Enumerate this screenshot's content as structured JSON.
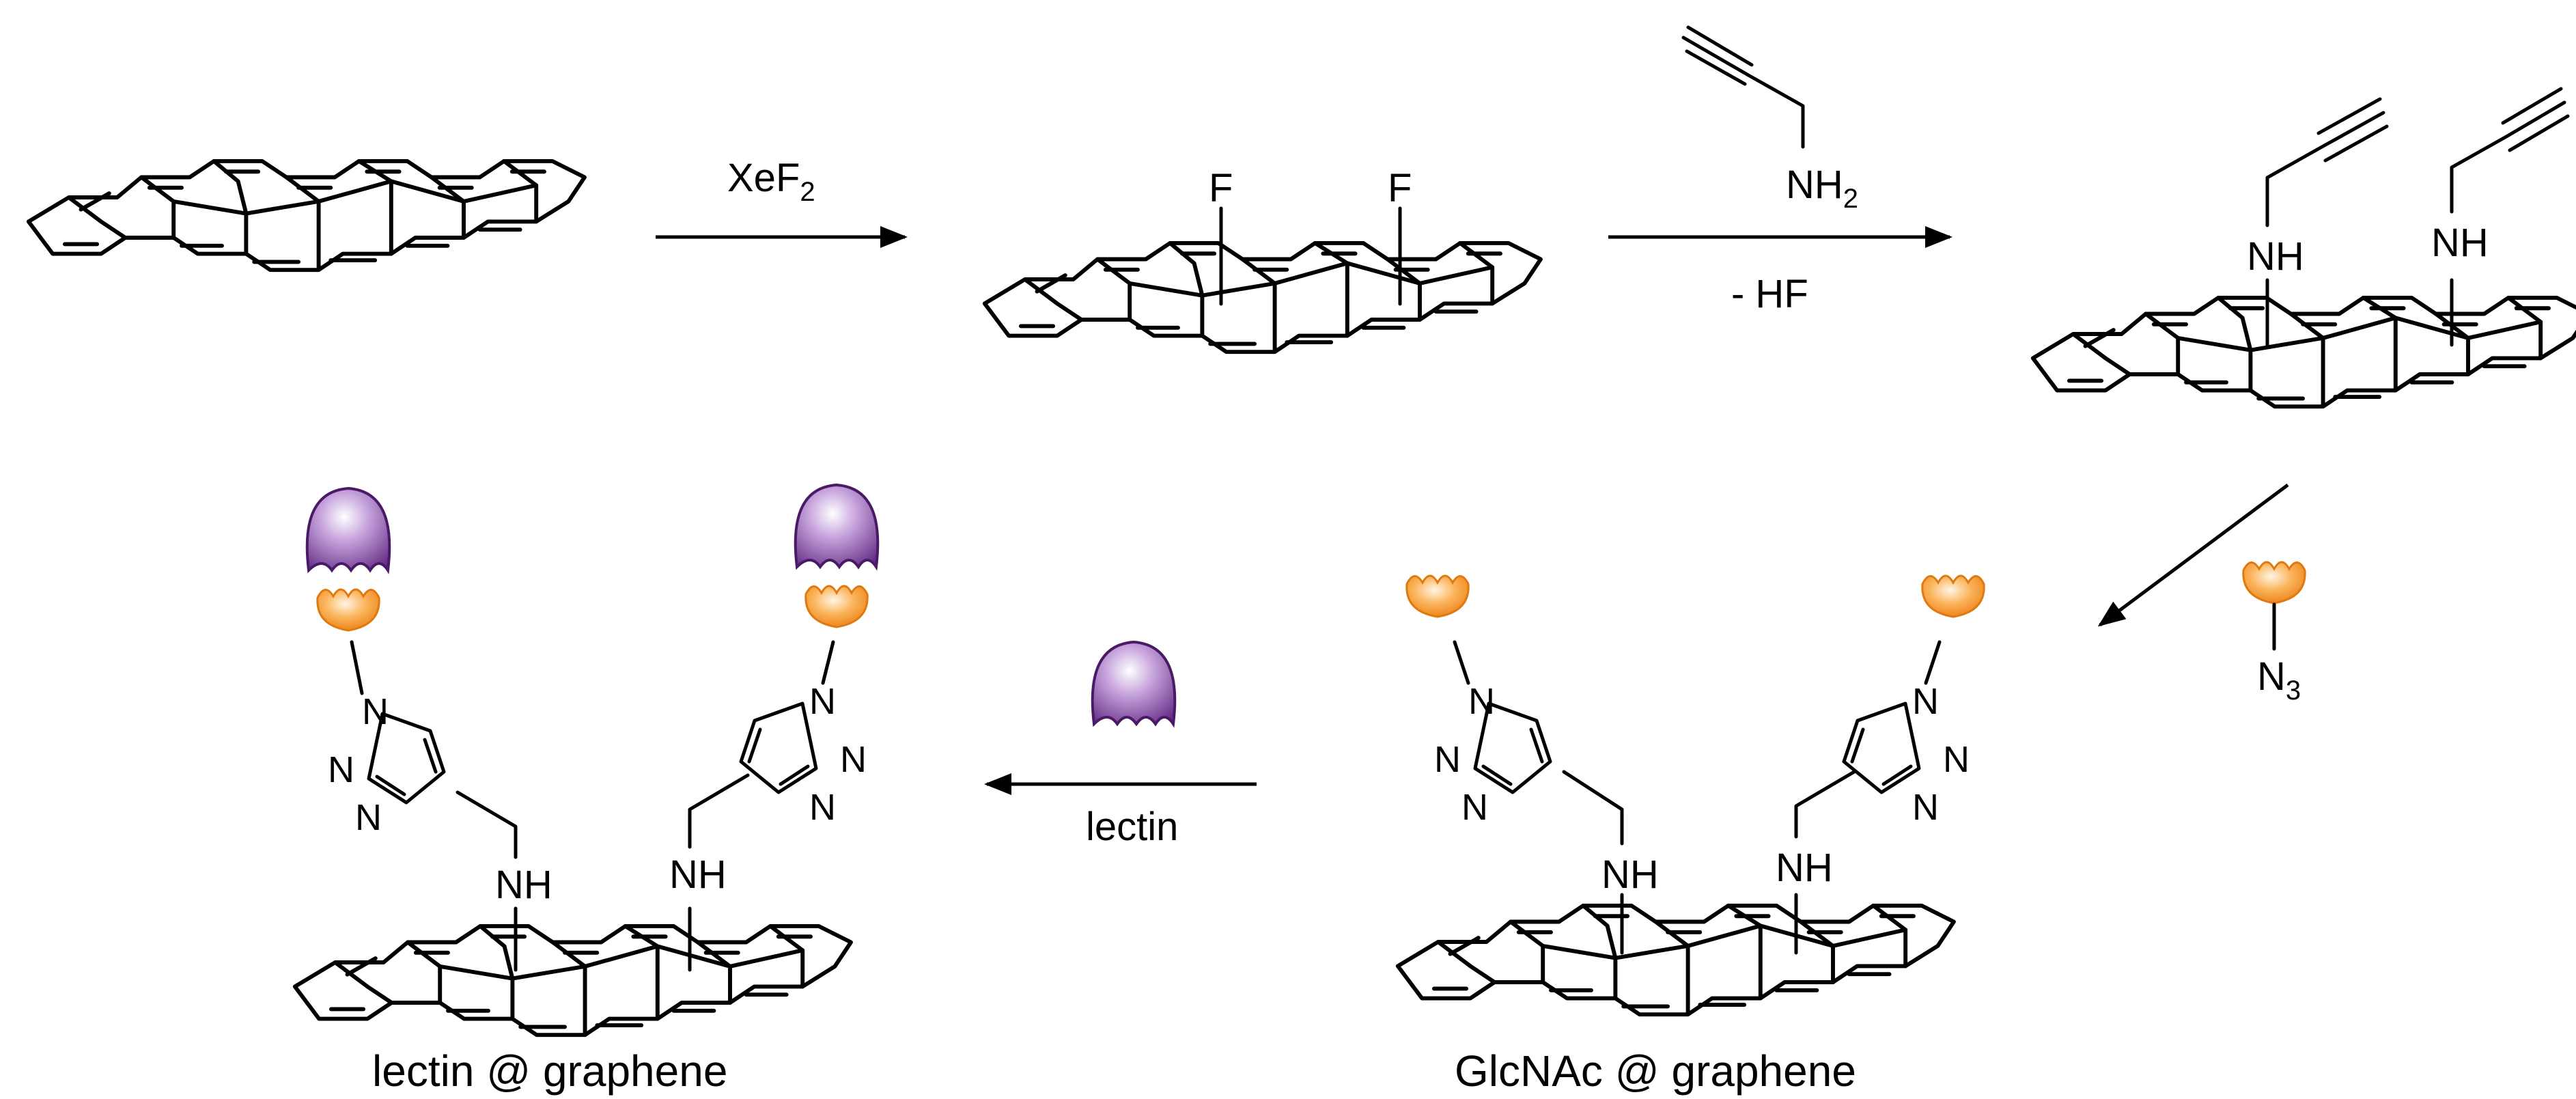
{
  "step1": {
    "reagent_main": "XeF",
    "reagent_sub": "2"
  },
  "step2": {
    "reagent_nh": "NH",
    "reagent_nh_sub": "2",
    "byproduct": "- HF"
  },
  "step3": {
    "azide_n": "N",
    "azide_sub": "3"
  },
  "step4": {
    "reagent": "lectin"
  },
  "fluorinated": {
    "f_label": "F"
  },
  "amine_label": "NH",
  "triazole_n": "N",
  "products": {
    "glcnac": "GlcNAc @ graphene",
    "lectin": "lectin @ graphene"
  },
  "colors": {
    "sugar": "#f7941d",
    "lectin": "#7b3f9e",
    "lectin_light": "#e9d8f3"
  }
}
